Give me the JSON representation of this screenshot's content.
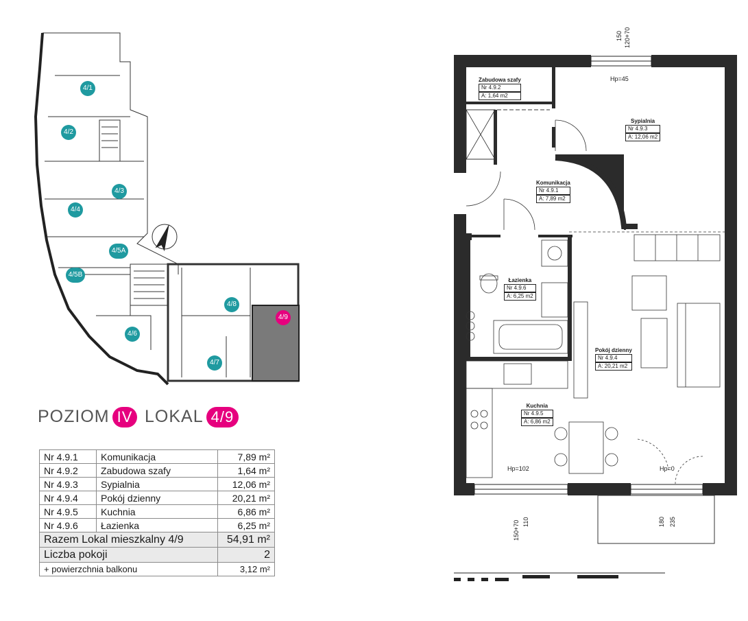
{
  "keyplan": {
    "units": [
      {
        "id": "4/1",
        "active": false
      },
      {
        "id": "4/2",
        "active": false
      },
      {
        "id": "4/3",
        "active": false
      },
      {
        "id": "4/4",
        "active": false
      },
      {
        "id": "4/5A",
        "active": false
      },
      {
        "id": "4/5B",
        "active": false
      },
      {
        "id": "4/6",
        "active": false
      },
      {
        "id": "4/7",
        "active": false
      },
      {
        "id": "4/8",
        "active": false
      },
      {
        "id": "4/9",
        "active": true
      }
    ],
    "accent_color": "#1f9aa0",
    "highlight_color": "#e6007e"
  },
  "header": {
    "level_label": "POZIOM",
    "level_value": "IV",
    "unit_label": "LOKAL",
    "unit_value": "4/9"
  },
  "table": {
    "rows": [
      {
        "nr": "Nr 4.9.1",
        "name": "Komunikacja",
        "area": "7,89 m²"
      },
      {
        "nr": "Nr 4.9.2",
        "name": "Zabudowa szafy",
        "area": "1,64 m²"
      },
      {
        "nr": "Nr 4.9.3",
        "name": "Sypialnia",
        "area": "12,06 m²"
      },
      {
        "nr": "Nr 4.9.4",
        "name": "Pokój dzienny",
        "area": "20,21 m²"
      },
      {
        "nr": "Nr 4.9.5",
        "name": "Kuchnia",
        "area": "6,86 m²"
      },
      {
        "nr": "Nr 4.9.6",
        "name": "Łazienka",
        "area": "6,25 m²"
      }
    ],
    "total_label": "Razem Lokal mieszkalny 4/9",
    "total_value": "54,91 m²",
    "rooms_label": "Liczba pokoji",
    "rooms_value": "2",
    "balcony_label": "+ powierzchnia balkonu",
    "balcony_value": "3,12 m²"
  },
  "plan": {
    "rooms": [
      {
        "name": "Zabudowa szafy",
        "nr": "Nr 4.9.2",
        "area": "A: 1,64 m2"
      },
      {
        "name": "Sypialnia",
        "nr": "Nr 4.9.3",
        "area": "A: 12,06 m2"
      },
      {
        "name": "Komunikacja",
        "nr": "Nr 4.9.1",
        "area": "A: 7,89 m2"
      },
      {
        "name": "Łazienka",
        "nr": "Nr 4.9.6",
        "area": "A: 6,25 m2"
      },
      {
        "name": "Pokój dzienny",
        "nr": "Nr 4.9.4",
        "area": "A: 20,21 m2"
      },
      {
        "name": "Kuchnia",
        "nr": "Nr 4.9.5",
        "area": "A: 6,86 m2"
      }
    ],
    "dims": {
      "top_150": "150",
      "top_120": "120+70",
      "hp45": "Hp=45",
      "hp102": "Hp=102",
      "hp0": "Hp=0",
      "bot_150": "150+70",
      "bot_110": "110",
      "bot_180": "180",
      "bot_235": "235"
    }
  }
}
